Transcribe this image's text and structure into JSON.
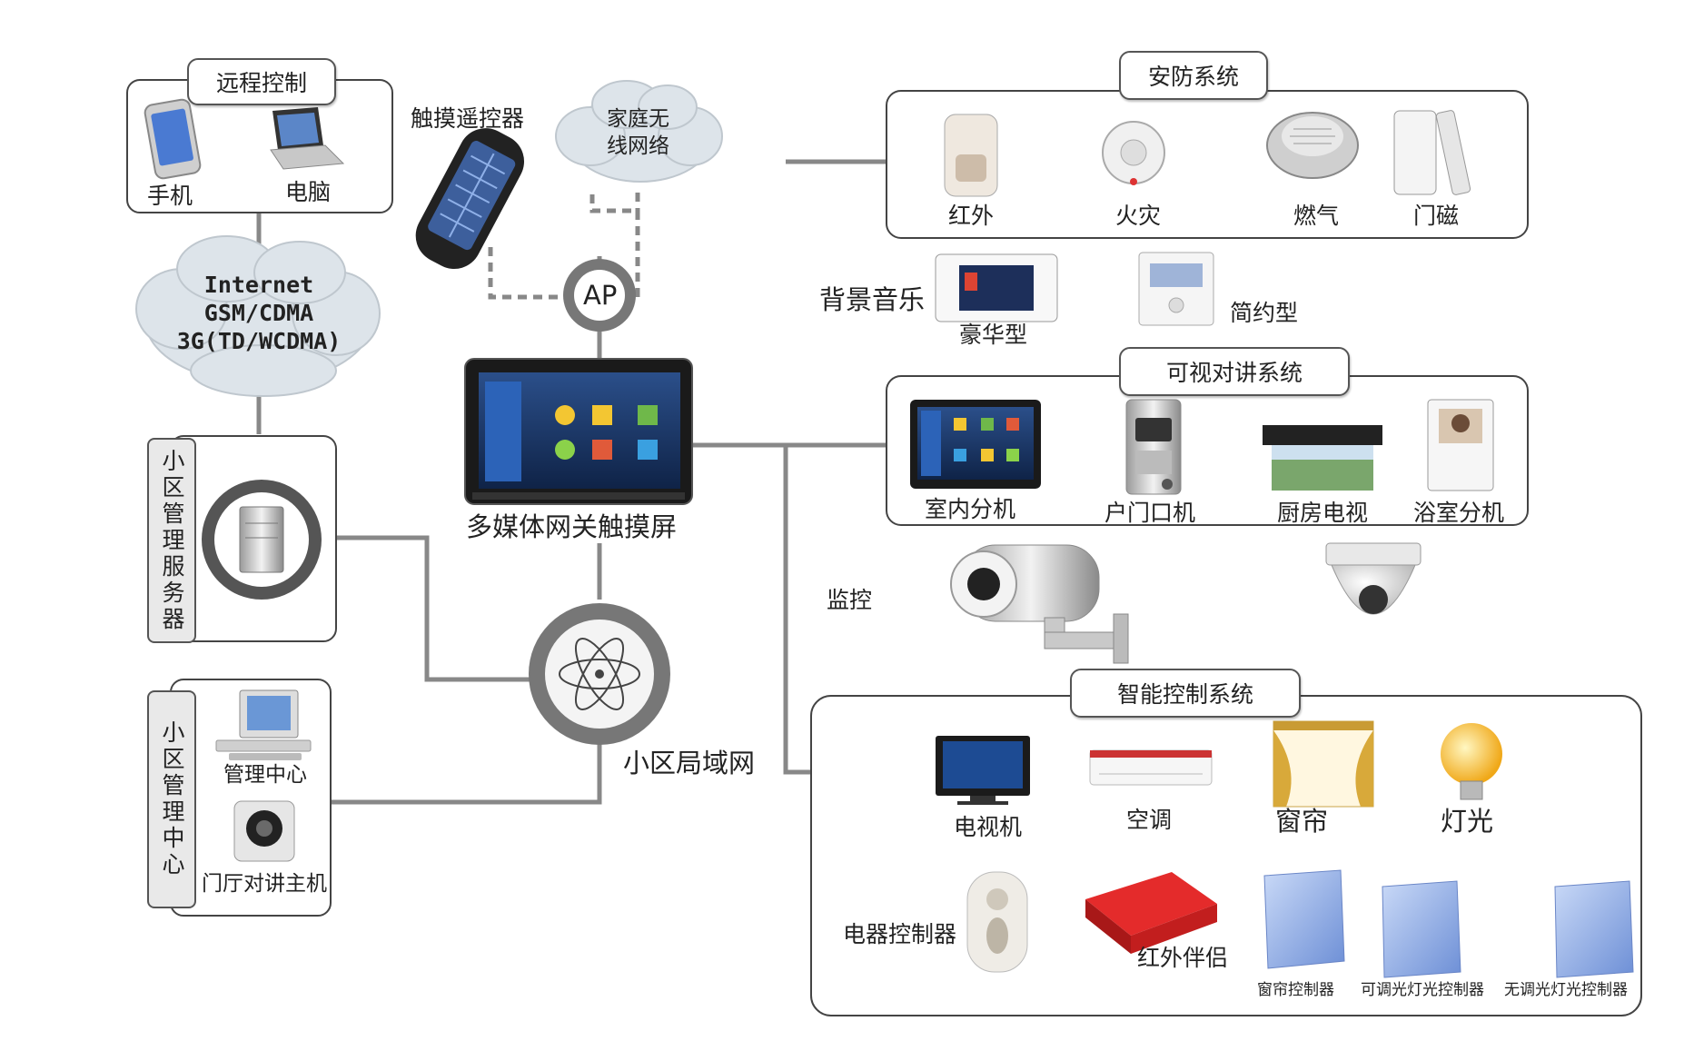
{
  "remote": {
    "title": "远程控制",
    "phone": "手机",
    "computer": "电脑"
  },
  "touch_remote": "触摸遥控器",
  "home_wifi": [
    "家庭无",
    "线网络"
  ],
  "internet": [
    "Internet",
    "GSM/CDMA",
    "3G(TD/WCDMA)"
  ],
  "ap": "AP",
  "gateway": "多媒体网关触摸屏",
  "server_bar": "小区管理服务器",
  "center_bar": "小区管理中心",
  "mgmt_center": "管理中心",
  "lobby_host": "门厅对讲主机",
  "lan": "小区局域网",
  "security": {
    "title": "安防系统",
    "items": [
      "红外",
      "火灾",
      "燃气",
      "门磁"
    ]
  },
  "bgm": {
    "label": "背景音乐",
    "luxury": "豪华型",
    "simple": "简约型"
  },
  "intercom": {
    "title": "可视对讲系统",
    "items": [
      "室内分机",
      "户门口机",
      "厨房电视",
      "浴室分机"
    ]
  },
  "monitor": "监控",
  "smart": {
    "title": "智能控制系统",
    "tv": "电视机",
    "ac": "空调",
    "appliance": "电器控制器",
    "ir": "红外伴侣",
    "curtain": "窗帘",
    "light": "灯光",
    "switches": [
      "窗帘控制器",
      "可调光灯光控制器",
      "无调光灯光控制器"
    ]
  }
}
